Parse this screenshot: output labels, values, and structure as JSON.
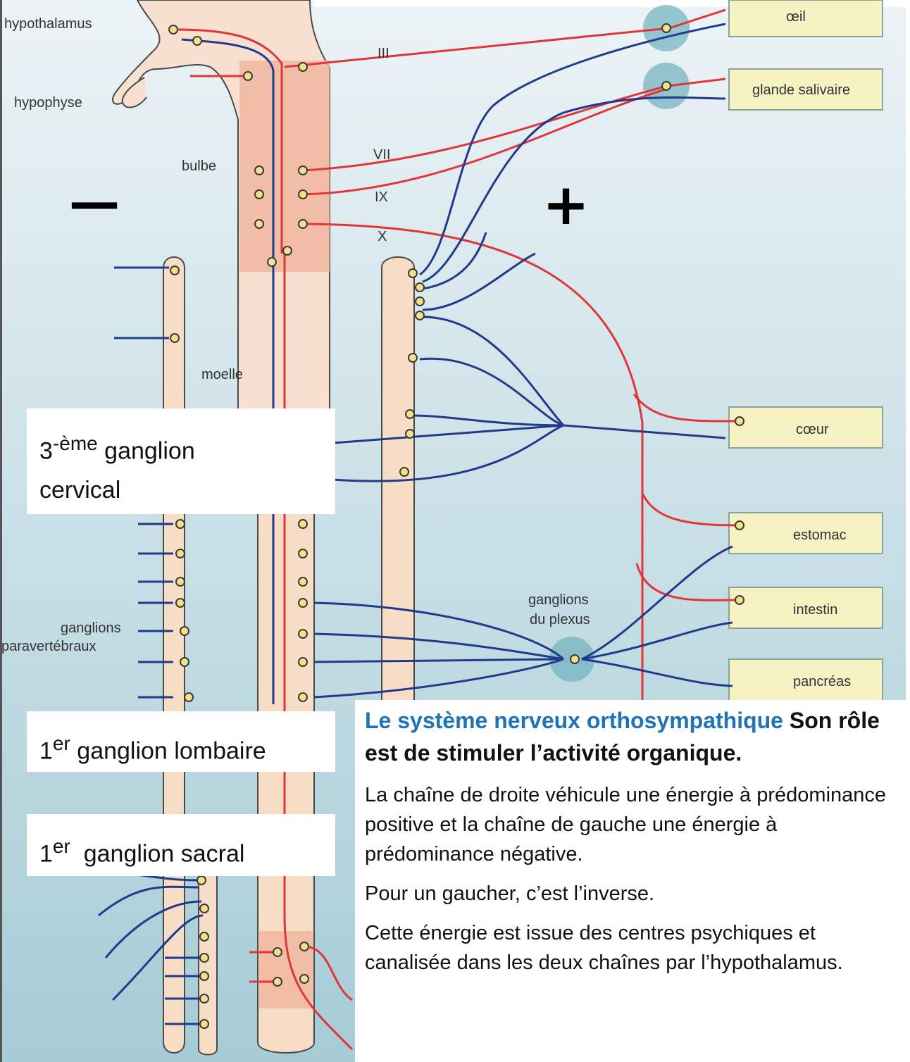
{
  "labels": {
    "hypothalamus": "hypothalamus",
    "hypophyse": "hypophyse",
    "bulbe": "bulbe",
    "moelle": "moelle",
    "ganglions_para_1": "ganglions",
    "ganglions_para_2": "paravertébraux",
    "ganglions_plexus_1": "ganglions",
    "ganglions_plexus_2": "du plexus"
  },
  "nerves": [
    "III",
    "VII",
    "IX",
    "X"
  ],
  "organs": [
    "œil",
    "glande salivaire",
    "cœur",
    "estomac",
    "intestin",
    "pancréas"
  ],
  "signs": {
    "minus": "—",
    "plus": "+"
  },
  "overlays": {
    "cervical": {
      "sup_prefix": "3",
      "sup": "-ème",
      "text1": "ganglion",
      "text2": "cervical"
    },
    "lombaire": {
      "prefix": "1",
      "sup": "er",
      "text": "ganglion lombaire"
    },
    "sacral": {
      "prefix": "1",
      "sup": "er",
      "text": "ganglion sacral"
    }
  },
  "panel": {
    "heading_accent": "Le système nerveux orthosympathique",
    "heading_rest": " Son rôle est de stimuler l’activité organique.",
    "paragraphs": [
      "La chaîne de droite véhicule une énergie à prédominance positive et la chaîne de gauche une énergie à prédominance négative.",
      "Pour un gaucher, c’est l’inverse.",
      "Cette énergie est issue des centres psychiques et canalisée dans les deux chaînes par l’hypothalamus."
    ]
  },
  "colors": {
    "background_top": "#e9f1f5",
    "background_bottom": "#a9cfd8",
    "spine": "#f7dcc6",
    "brainstem_shade": "#f0baa3",
    "red_nerve": "#e0363a",
    "blue_nerve": "#213a8c",
    "organ_box": "#f6f2c4",
    "organ_border": "#8aa29a",
    "ganglion_disc": "#6fb1bd",
    "accent_heading": "#1f73b7"
  }
}
